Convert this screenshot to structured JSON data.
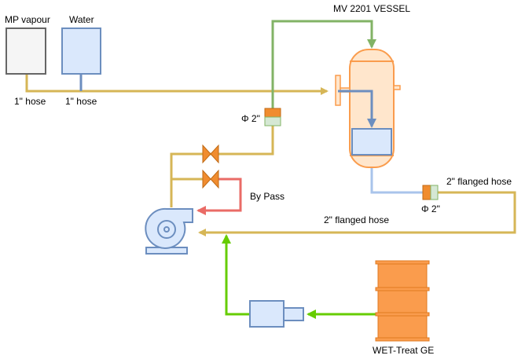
{
  "labels": {
    "mp_vapour": "MP vapour",
    "water": "Water",
    "hose_mp": "1\" hose",
    "hose_water": "1\" hose",
    "vessel": "MV 2201 VESSEL",
    "phi_top": "Φ 2\"",
    "phi_right": "Φ 2\"",
    "flanged_hose_top": "2\" flanged hose",
    "flanged_hose_bottom": "2\" flanged hose",
    "bypass": "By Pass",
    "wet_treat": "WET-Treat GE"
  },
  "colors": {
    "hose_yellow": "#d6b656",
    "vessel_green": "#82b366",
    "feed_green": "#66cc00",
    "vessel_blue": "#6c8ebf",
    "drain_blue": "#a9c4eb",
    "bypass_red": "#ea6b66",
    "valve_orange": "#f08c2f",
    "drum_orange": "#fa9c4d"
  },
  "icons": [
    "centrifugal-pump-icon",
    "gate-valve-icon",
    "vessel-icon",
    "drum-icon",
    "flange-icon"
  ]
}
